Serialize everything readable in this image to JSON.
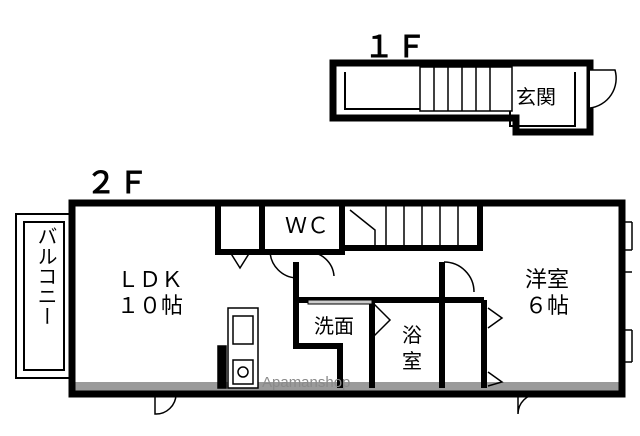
{
  "floor1": {
    "label": "１Ｆ",
    "entrance": "玄関"
  },
  "floor2": {
    "label": "２Ｆ",
    "balcony": "バルコニー",
    "ldk": {
      "line1": "ＬＤＫ",
      "line2": "１０帖"
    },
    "wc": "ＷＣ",
    "washroom": "洗面",
    "bath": {
      "line1": "浴",
      "line2": "室"
    },
    "western": {
      "line1": "洋室",
      "line2": "６帖"
    }
  },
  "watermark": "Apamanshop"
}
